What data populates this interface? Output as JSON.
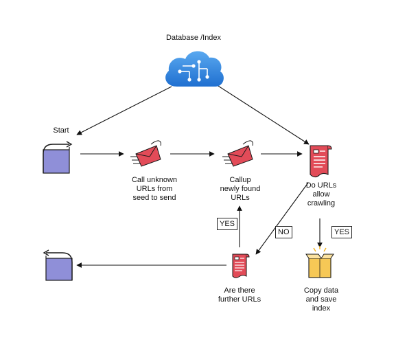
{
  "diagram": {
    "nodes": {
      "database": {
        "label": "Database /Index",
        "icon": "cloud-network-icon"
      },
      "start": {
        "label": "Start",
        "icon": "start-loop-icon"
      },
      "call_unknown": {
        "lines": [
          "Call unknown",
          "URLs from",
          "seed to send"
        ],
        "icon": "send-mail-icon"
      },
      "callup": {
        "lines": [
          "Callup",
          "newly found",
          "URLs"
        ],
        "icon": "send-mail-icon"
      },
      "allow_crawling": {
        "lines": [
          "Do URLs",
          "allow",
          "crawling"
        ],
        "icon": "document-icon"
      },
      "further_urls": {
        "lines": [
          "Are there",
          "further URLs"
        ],
        "icon": "document-icon"
      },
      "copy_data": {
        "lines": [
          "Copy data",
          "and save",
          "index"
        ],
        "icon": "open-box-icon"
      },
      "end": {
        "icon": "end-loop-icon"
      }
    },
    "edge_labels": {
      "yes_up": "YES",
      "no": "NO",
      "yes_down": "YES"
    }
  }
}
